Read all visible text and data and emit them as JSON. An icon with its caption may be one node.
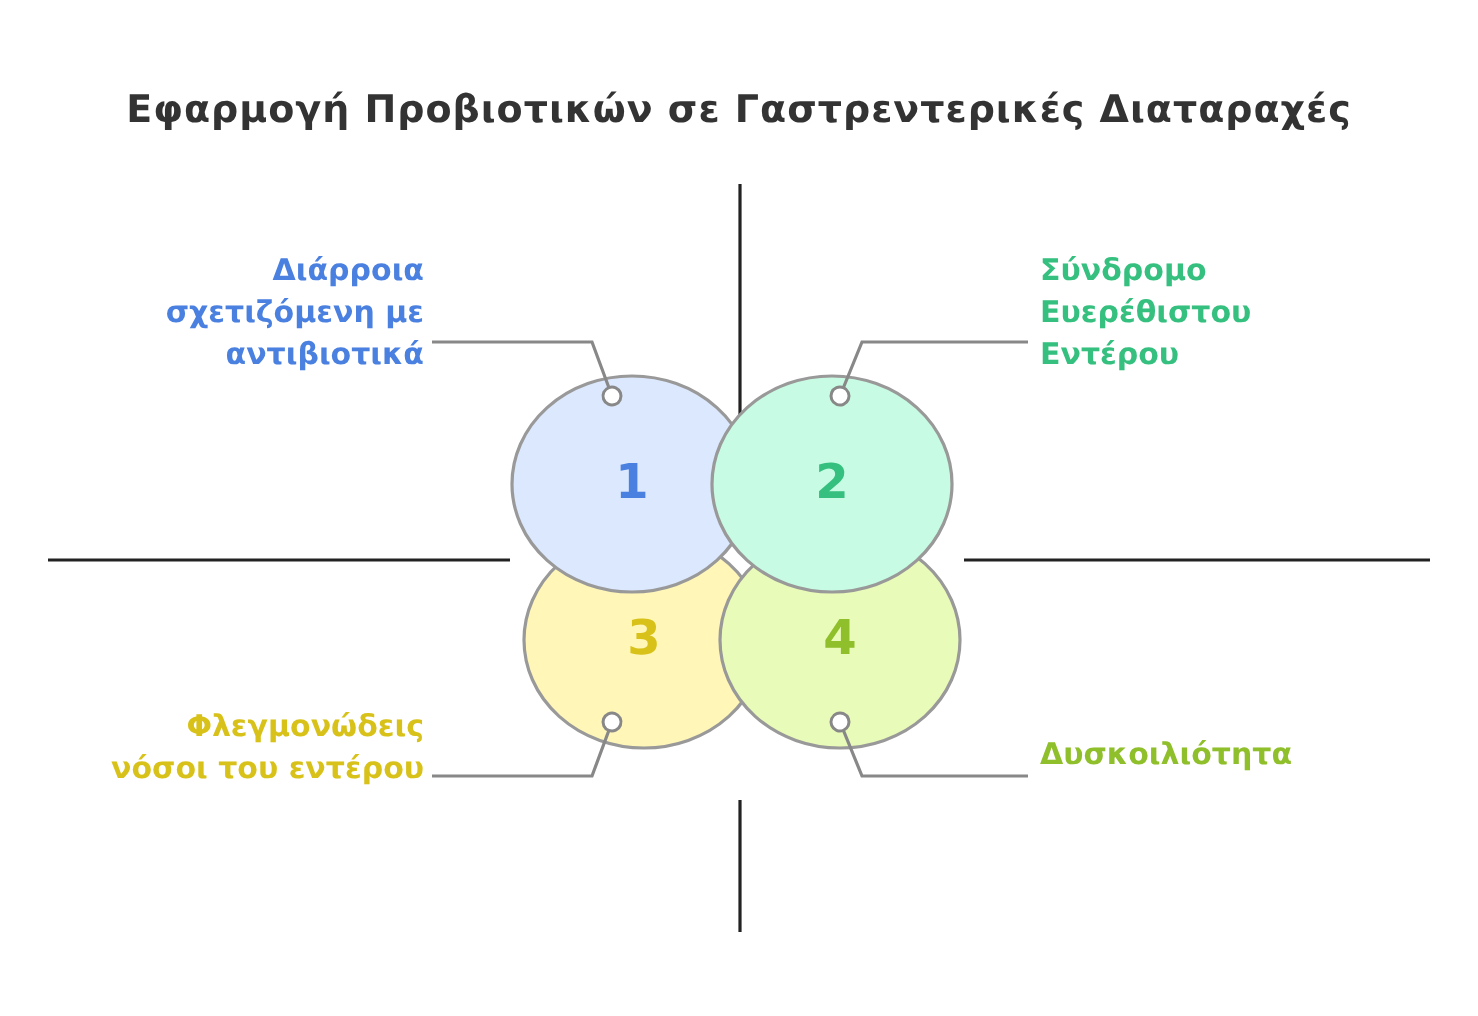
{
  "diagram": {
    "title": "Εφαρμογή Προβιοτικών σε Γαστρεντερικές Διαταραχές",
    "nodes": [
      {
        "text": [
          "1"
        ]
      },
      {
        "text": [
          "2"
        ]
      },
      {
        "text": [
          "3"
        ]
      },
      {
        "text": [
          "4"
        ]
      },
      {
        "text": [
          "Διάρροια σχετιζόμενη με αντιβιοτικά"
        ]
      },
      {
        "text": [
          "Σύνδρομο Ευερέθιστου Εντέρου"
        ]
      },
      {
        "text": [
          "Φλεγμονώδεις νόσοι του εντέρου"
        ]
      },
      {
        "text": [
          "Δυσκοιλιότητα"
        ]
      }
    ],
    "edges": [
      {
        "from": 4,
        "to": 0,
        "arrow": "other"
      },
      {
        "from": 5,
        "to": 1,
        "arrow": "other"
      },
      {
        "from": 6,
        "to": 2,
        "arrow": "other"
      },
      {
        "from": 7,
        "to": 3,
        "arrow": "other"
      }
    ]
  }
}
